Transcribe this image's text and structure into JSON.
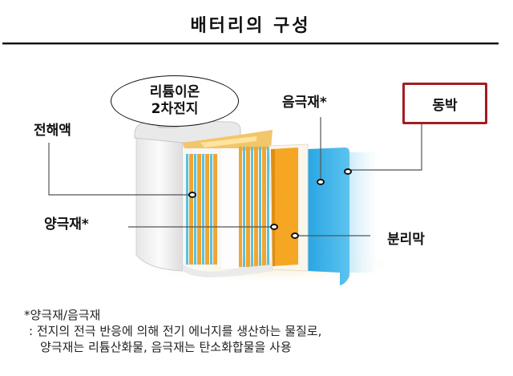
{
  "title": "배터리의 구성",
  "callout": {
    "line1": "리튬이온",
    "line2": "2차전지"
  },
  "labels": {
    "electrolyte": "전해액",
    "cathode": "양극재*",
    "anode": "음극재*",
    "separator": "분리막",
    "copper_foil": "동박"
  },
  "footnote": {
    "heading": "*양극재/음극재",
    "line1": ": 전지의 전극 반응에 의해 전기 에너지를 생산하는 물질로,",
    "line2": "양극재는 리튬산화물, 음극재는 탄소화합물을 사용"
  },
  "colors": {
    "cathode_orange": "#f5a623",
    "anode_blue": "#3fb4e8",
    "box_border": "#a21d22",
    "leader_line": "#555555"
  }
}
